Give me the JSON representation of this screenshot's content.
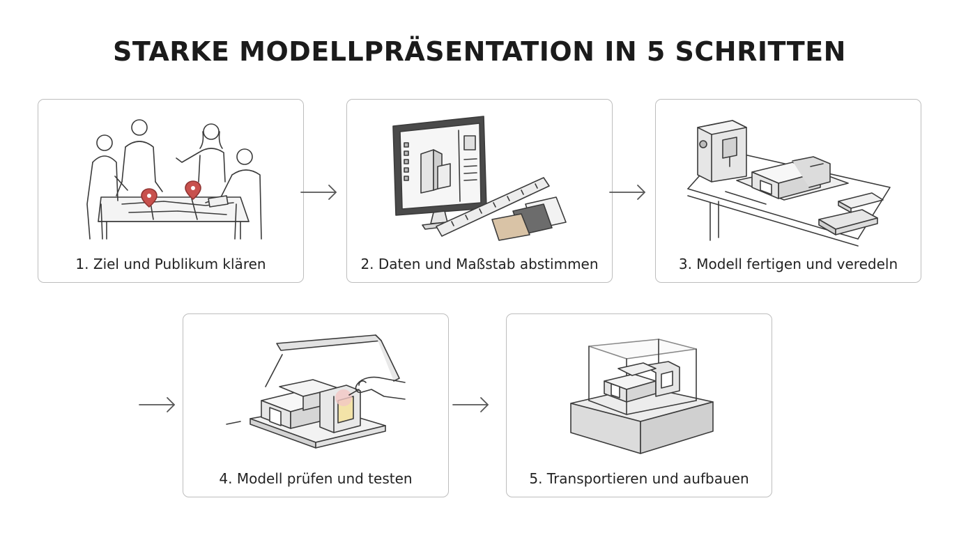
{
  "title": "STARKE MODELLPRÄSENTATION IN 5 SCHRITTEN",
  "steps": [
    {
      "label": "1. Ziel und Publikum klären",
      "icon": "team-planning-icon"
    },
    {
      "label": "2. Daten und Maßstab abstimmen",
      "icon": "monitor-ruler-materials-icon"
    },
    {
      "label": "3. Modell fertigen und veredeln",
      "icon": "fabrication-workbench-icon"
    },
    {
      "label": "4. Modell prüfen und testen",
      "icon": "inspection-lamp-icon"
    },
    {
      "label": "5. Transportieren und aufbauen",
      "icon": "display-case-icon"
    }
  ],
  "colors": {
    "line": "#3a3a3a",
    "border": "#bdbdbd",
    "accent": "#c8514d",
    "fill_light": "#ececec",
    "fill_mid": "#d6d6d6",
    "highlight": "#f3e3a8"
  }
}
